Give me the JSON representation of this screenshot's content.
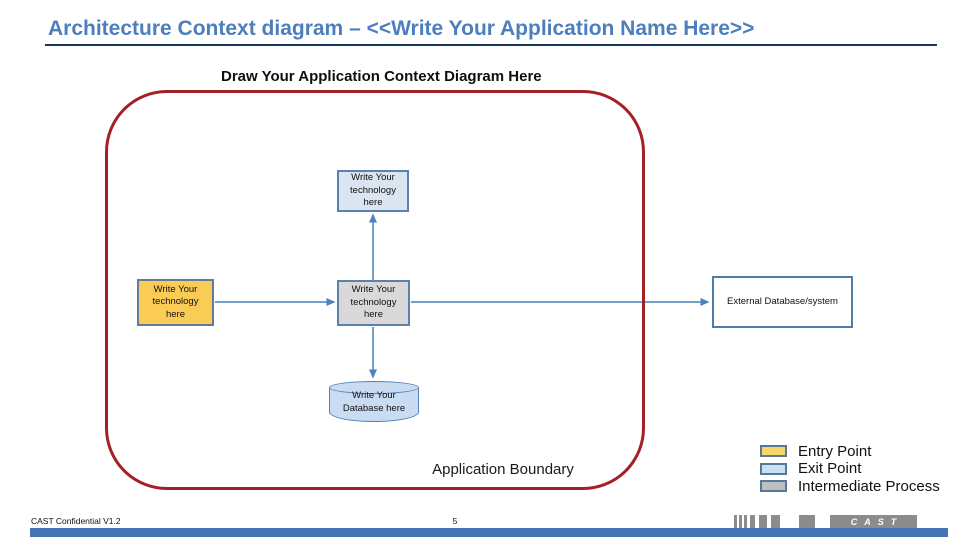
{
  "header": {
    "title": "Architecture Context diagram – <<Write Your Application Name Here>>"
  },
  "subtitle": "Draw Your Application Context Diagram Here",
  "diagram": {
    "boundary_label": "Application Boundary",
    "boxes": {
      "top": {
        "label": "Write Your\ntechnology\nhere",
        "fill": "#DBE4F1"
      },
      "entry": {
        "label": "Write Your\ntechnology\nhere",
        "fill": "#FACB55"
      },
      "center": {
        "label": "Write Your\ntechnology\nhere",
        "fill": "#D9D9D9"
      },
      "external": {
        "label": "External Database/system",
        "fill": "#FFFFFF"
      },
      "database": {
        "label": "Write Your\nDatabase here",
        "fill": "#CADCF2"
      }
    }
  },
  "legend": {
    "items": [
      {
        "label": "Entry Point",
        "color": "#F8D76A"
      },
      {
        "label": "Exit Point",
        "color": "#C7E0F4"
      },
      {
        "label": "Intermediate Process",
        "color": "#BFBFBF"
      }
    ]
  },
  "footer": {
    "confidential": "CAST Confidential V1.2",
    "page_number": "5",
    "logo_text": "CAST"
  },
  "colors": {
    "title_blue": "#4D7EBD",
    "underline_navy": "#17375D",
    "boundary_red": "#A42025",
    "connector_blue": "#74A0C8",
    "footer_bar_blue": "#4673B3",
    "logo_gray": "#8C8C8C"
  }
}
